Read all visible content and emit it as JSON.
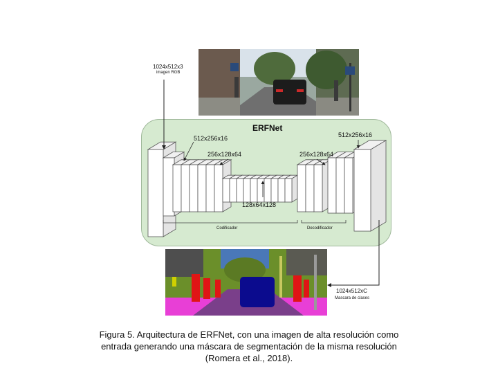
{
  "input": {
    "dims": "1024x512x3",
    "sub": "imagen RGB"
  },
  "network": {
    "title": "ERFNet"
  },
  "encoder": {
    "label": "Codificador",
    "dim_a": "512x256x16",
    "dim_b": "256x128x64",
    "dim_c": "128x64x128"
  },
  "decoder": {
    "label": "Decodificador",
    "dim_a": "256x128x64",
    "dim_b": "512x256x16"
  },
  "output": {
    "dims": "1024x512xC",
    "sub": "Mascara de clases"
  },
  "caption": {
    "line1": "Figura 5. Arquitectura de ERFNet, con una imagen de alta resolución como",
    "line2": "entrada generando una máscara de segmentación de la misma resolución",
    "line3": "(Romera et al., 2018)."
  },
  "colors": {
    "panel": "#d6ead0",
    "panel_border": "#9fb89a",
    "block": "#ffffff",
    "block_border": "#555555",
    "seg_road": "#7a3f8a",
    "seg_sidewalk": "#e83fd6",
    "seg_veg": "#6b8f2a",
    "seg_car": "#0b0b8e",
    "seg_person": "#e01515",
    "seg_sky": "#4a78b8"
  }
}
